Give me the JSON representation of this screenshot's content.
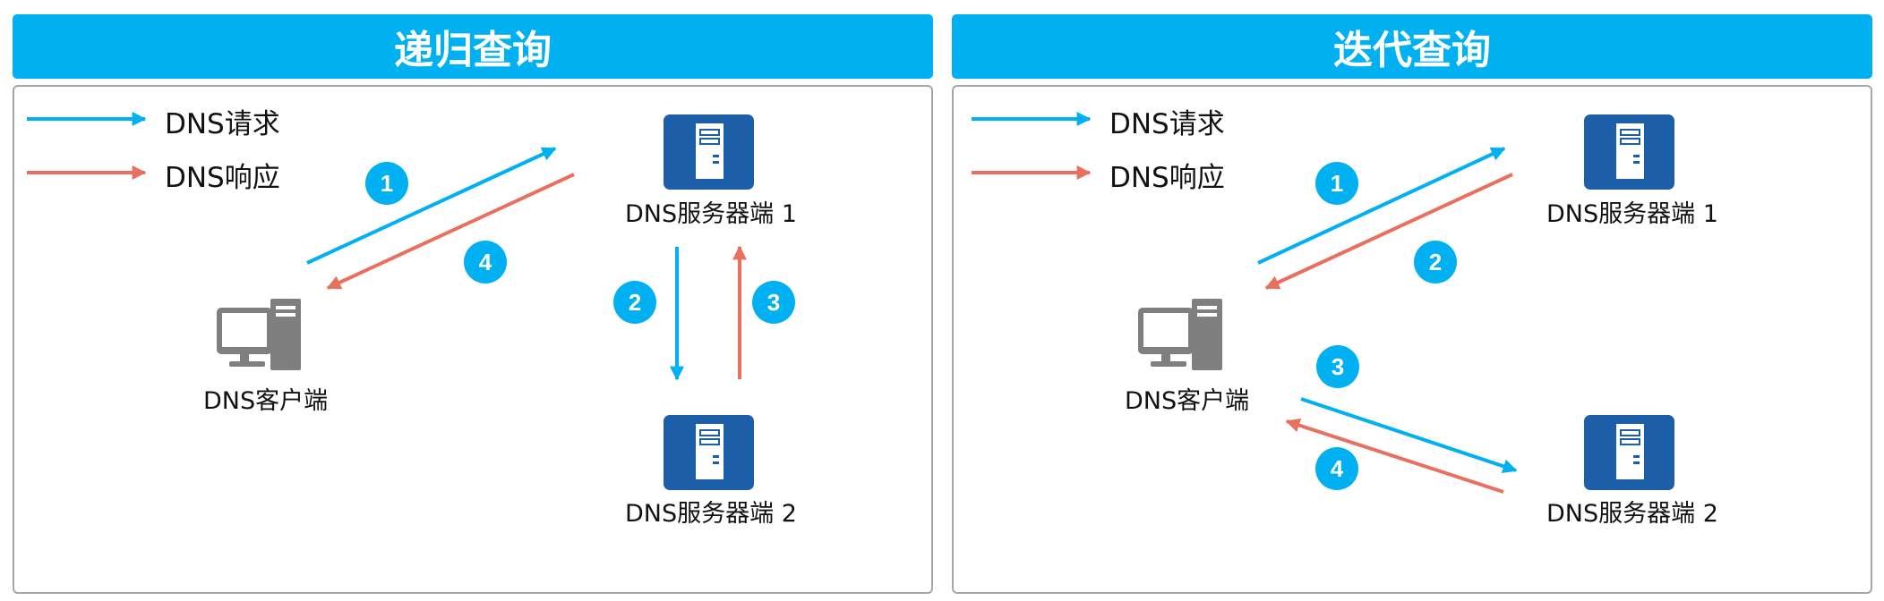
{
  "panels": [
    {
      "title": "递归查询",
      "legend": {
        "request": "DNS请求",
        "response": "DNS响应"
      },
      "client": "DNS客户端",
      "server1": "DNS服务器端 1",
      "server2": "DNS服务器端 2",
      "steps": [
        "1",
        "2",
        "3",
        "4"
      ]
    },
    {
      "title": "迭代查询",
      "legend": {
        "request": "DNS请求",
        "response": "DNS响应"
      },
      "client": "DNS客户端",
      "server1": "DNS服务器端 1",
      "server2": "DNS服务器端 2",
      "steps": [
        "1",
        "2",
        "3",
        "4"
      ]
    }
  ],
  "colors": {
    "header": "#00b0f0",
    "request": "#00b0f0",
    "response": "#e8705e",
    "server": "#1c5ea8",
    "computer": "#7f7f7f",
    "badge": "#00b0f0"
  },
  "icons": [
    "server-icon",
    "computer-icon"
  ]
}
